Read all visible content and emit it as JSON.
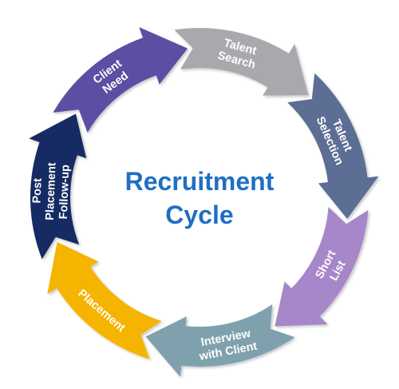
{
  "diagram": {
    "center": {
      "line1": "Recruitment",
      "line2": "Cycle",
      "color": "#1f6fc3"
    },
    "steps": [
      {
        "id": "client-need",
        "lines": [
          "Client",
          "Need"
        ],
        "color": "#5a4fa3"
      },
      {
        "id": "talent-search",
        "lines": [
          "Talent",
          "Search"
        ],
        "color": "#a9a9ad"
      },
      {
        "id": "talent-selection",
        "lines": [
          "Talent",
          "Selection"
        ],
        "color": "#5c6e94"
      },
      {
        "id": "short-list",
        "lines": [
          "Short",
          "List"
        ],
        "color": "#a687c9"
      },
      {
        "id": "interview-client",
        "lines": [
          "Interview",
          "with Client"
        ],
        "color": "#7fa1ad"
      },
      {
        "id": "placement",
        "lines": [
          "Placement"
        ],
        "color": "#f5b400"
      },
      {
        "id": "post-placement",
        "lines": [
          "Post",
          "Placement",
          "Follow-up"
        ],
        "color": "#172a63"
      }
    ]
  }
}
